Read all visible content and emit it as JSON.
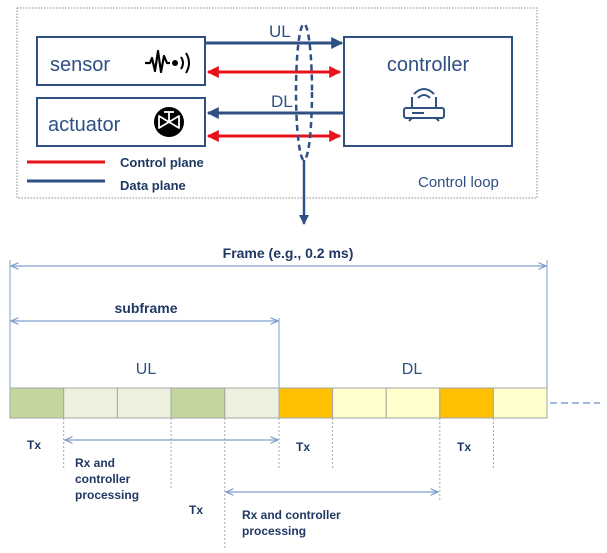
{
  "loop": {
    "sensor_label": "sensor",
    "actuator_label": "actuator",
    "controller_label": "controller",
    "ul_label": "UL",
    "dl_label": "DL",
    "loop_label": "Control loop",
    "sensor_icon": "signal-wave-icon",
    "actuator_icon": "valve-icon",
    "controller_icon": "router-icon"
  },
  "legend": {
    "control_plane": "Control plane",
    "data_plane": "Data plane",
    "control_color": "#e8131b",
    "data_color": "#2e5083"
  },
  "timeline": {
    "frame_label": "Frame (e.g., 0.2 ms)",
    "subframe_label": "subframe",
    "ul_label": "UL",
    "dl_label": "DL",
    "tx_label": "Tx",
    "rx_proc_1": [
      "Rx and",
      "controller",
      "processing"
    ],
    "rx_proc_2": [
      "Rx and controller",
      "processing"
    ],
    "slot_colors": [
      "#c3d69b",
      "#ebf1de",
      "#ebf1de",
      "#c3d69b",
      "#ebf1de",
      "#ffc000",
      "#ffffcc",
      "#ffffcc",
      "#ffc000",
      "#ffffcc"
    ]
  }
}
